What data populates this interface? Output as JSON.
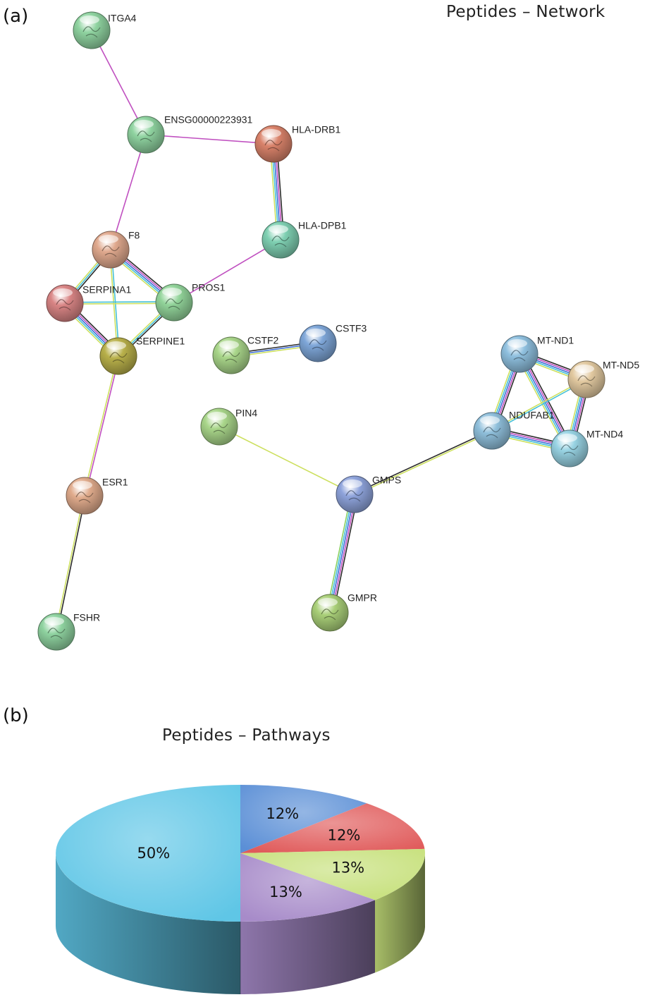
{
  "panel_a": {
    "label": "(a)",
    "title": "Peptides – Network",
    "nodes": [
      {
        "id": "ITGA4",
        "label": "ITGA4",
        "color": "#8fd3a0"
      },
      {
        "id": "ENSG",
        "label": "ENSG00000223931",
        "color": "#8fd3a0"
      },
      {
        "id": "HLA-DRB1",
        "label": "HLA-DRB1",
        "color": "#d9826a"
      },
      {
        "id": "HLA-DPB1",
        "label": "HLA-DPB1",
        "color": "#7fd0b2"
      },
      {
        "id": "F8",
        "label": "F8",
        "color": "#e0a98e"
      },
      {
        "id": "SERPINA1",
        "label": "SERPINA1",
        "color": "#d98585"
      },
      {
        "id": "PROS1",
        "label": "PROS1",
        "color": "#92d49a"
      },
      {
        "id": "SERPINE1",
        "label": "SERPINE1",
        "color": "#b8b04a"
      },
      {
        "id": "CSTF2",
        "label": "CSTF2",
        "color": "#a9d68a"
      },
      {
        "id": "CSTF3",
        "label": "CSTF3",
        "color": "#7ea6d8"
      },
      {
        "id": "PIN4",
        "label": "PIN4",
        "color": "#a9d68a"
      },
      {
        "id": "MT-ND1",
        "label": "MT-ND1",
        "color": "#8fc0df"
      },
      {
        "id": "MT-ND5",
        "label": "MT-ND5",
        "color": "#e2c9a0"
      },
      {
        "id": "NDUFAB1",
        "label": "NDUFAB1",
        "color": "#8fbfdb"
      },
      {
        "id": "MT-ND4",
        "label": "MT-ND4",
        "color": "#98d3e3"
      },
      {
        "id": "GMPS",
        "label": "GMPS",
        "color": "#8ea3db"
      },
      {
        "id": "ESR1",
        "label": "ESR1",
        "color": "#e0ab8c"
      },
      {
        "id": "GMPR",
        "label": "GMPR",
        "color": "#a9cf78"
      },
      {
        "id": "FSHR",
        "label": "FSHR",
        "color": "#8fd3a0"
      }
    ],
    "edges": [
      {
        "a": "ITGA4",
        "b": "ENSG",
        "type": "single",
        "colors": [
          "#c050c0"
        ]
      },
      {
        "a": "ENSG",
        "b": "HLA-DRB1",
        "type": "single",
        "colors": [
          "#c050c0"
        ]
      },
      {
        "a": "ENSG",
        "b": "F8",
        "type": "single",
        "colors": [
          "#c050c0"
        ]
      },
      {
        "a": "HLA-DRB1",
        "b": "HLA-DPB1",
        "type": "multi",
        "colors": [
          "#2b2b2b",
          "#c050c0",
          "#3f6fd8",
          "#45c0d8",
          "#cde060"
        ]
      },
      {
        "a": "HLA-DPB1",
        "b": "PROS1",
        "type": "single",
        "colors": [
          "#c050c0"
        ]
      },
      {
        "a": "F8",
        "b": "SERPINA1",
        "type": "multi",
        "colors": [
          "#2b2b2b",
          "#45c0d8",
          "#cde060"
        ]
      },
      {
        "a": "F8",
        "b": "PROS1",
        "type": "multi",
        "colors": [
          "#2b2b2b",
          "#c050c0",
          "#3f6fd8",
          "#45c0d8",
          "#cde060"
        ]
      },
      {
        "a": "F8",
        "b": "SERPINE1",
        "type": "multi",
        "colors": [
          "#45c0d8",
          "#cde060"
        ]
      },
      {
        "a": "SERPINA1",
        "b": "PROS1",
        "type": "multi",
        "colors": [
          "#45c0d8",
          "#cde060"
        ]
      },
      {
        "a": "SERPINA1",
        "b": "SERPINE1",
        "type": "multi",
        "colors": [
          "#2b2b2b",
          "#c050c0",
          "#3f6fd8",
          "#45c0d8",
          "#cde060"
        ]
      },
      {
        "a": "PROS1",
        "b": "SERPINE1",
        "type": "multi",
        "colors": [
          "#2b2b2b",
          "#45c0d8",
          "#cde060"
        ]
      },
      {
        "a": "SERPINE1",
        "b": "ESR1",
        "type": "multi",
        "colors": [
          "#c050c0",
          "#cde060"
        ]
      },
      {
        "a": "ESR1",
        "b": "FSHR",
        "type": "multi",
        "colors": [
          "#2b2b2b",
          "#cde060"
        ]
      },
      {
        "a": "CSTF2",
        "b": "CSTF3",
        "type": "multi",
        "colors": [
          "#2b2b2b",
          "#3f6fd8",
          "#cde060"
        ]
      },
      {
        "a": "PIN4",
        "b": "GMPS",
        "type": "single",
        "colors": [
          "#cde060"
        ]
      },
      {
        "a": "GMPS",
        "b": "NDUFAB1",
        "type": "multi",
        "colors": [
          "#2b2b2b",
          "#cde060"
        ]
      },
      {
        "a": "GMPS",
        "b": "GMPR",
        "type": "multi",
        "colors": [
          "#2b2b2b",
          "#c050c0",
          "#3f6fd8",
          "#45c0d8",
          "#8ad060"
        ]
      },
      {
        "a": "MT-ND1",
        "b": "MT-ND5",
        "type": "multi",
        "colors": [
          "#2b2b2b",
          "#c050c0",
          "#3f6fd8",
          "#45c0d8",
          "#cde060"
        ]
      },
      {
        "a": "MT-ND1",
        "b": "NDUFAB1",
        "type": "multi",
        "colors": [
          "#2b2b2b",
          "#c050c0",
          "#3f6fd8",
          "#45c0d8",
          "#cde060"
        ]
      },
      {
        "a": "MT-ND1",
        "b": "MT-ND4",
        "type": "multi",
        "colors": [
          "#2b2b2b",
          "#c050c0",
          "#3f6fd8",
          "#45c0d8",
          "#cde060"
        ]
      },
      {
        "a": "MT-ND5",
        "b": "NDUFAB1",
        "type": "multi",
        "colors": [
          "#45c0d8",
          "#cde060"
        ]
      },
      {
        "a": "MT-ND5",
        "b": "MT-ND4",
        "type": "multi",
        "colors": [
          "#2b2b2b",
          "#c050c0",
          "#3f6fd8",
          "#45c0d8",
          "#cde060"
        ]
      },
      {
        "a": "NDUFAB1",
        "b": "MT-ND4",
        "type": "multi",
        "colors": [
          "#2b2b2b",
          "#c050c0",
          "#3f6fd8",
          "#45c0d8",
          "#cde060"
        ]
      }
    ]
  },
  "panel_b": {
    "label": "(b)",
    "title": "Peptides – Pathways"
  },
  "chart_data": {
    "type": "pie",
    "title": "Peptides – Pathways",
    "slices": [
      {
        "label": "12%",
        "value": 12,
        "color": "#5b8fd6"
      },
      {
        "label": "12%",
        "value": 12,
        "color": "#e05a5a"
      },
      {
        "label": "13%",
        "value": 13,
        "color": "#c6e07a"
      },
      {
        "label": "13%",
        "value": 13,
        "color": "#a78bc9"
      },
      {
        "label": "50%",
        "value": 50,
        "color": "#5fc6e6"
      }
    ],
    "style": "3d",
    "legend": "none"
  }
}
